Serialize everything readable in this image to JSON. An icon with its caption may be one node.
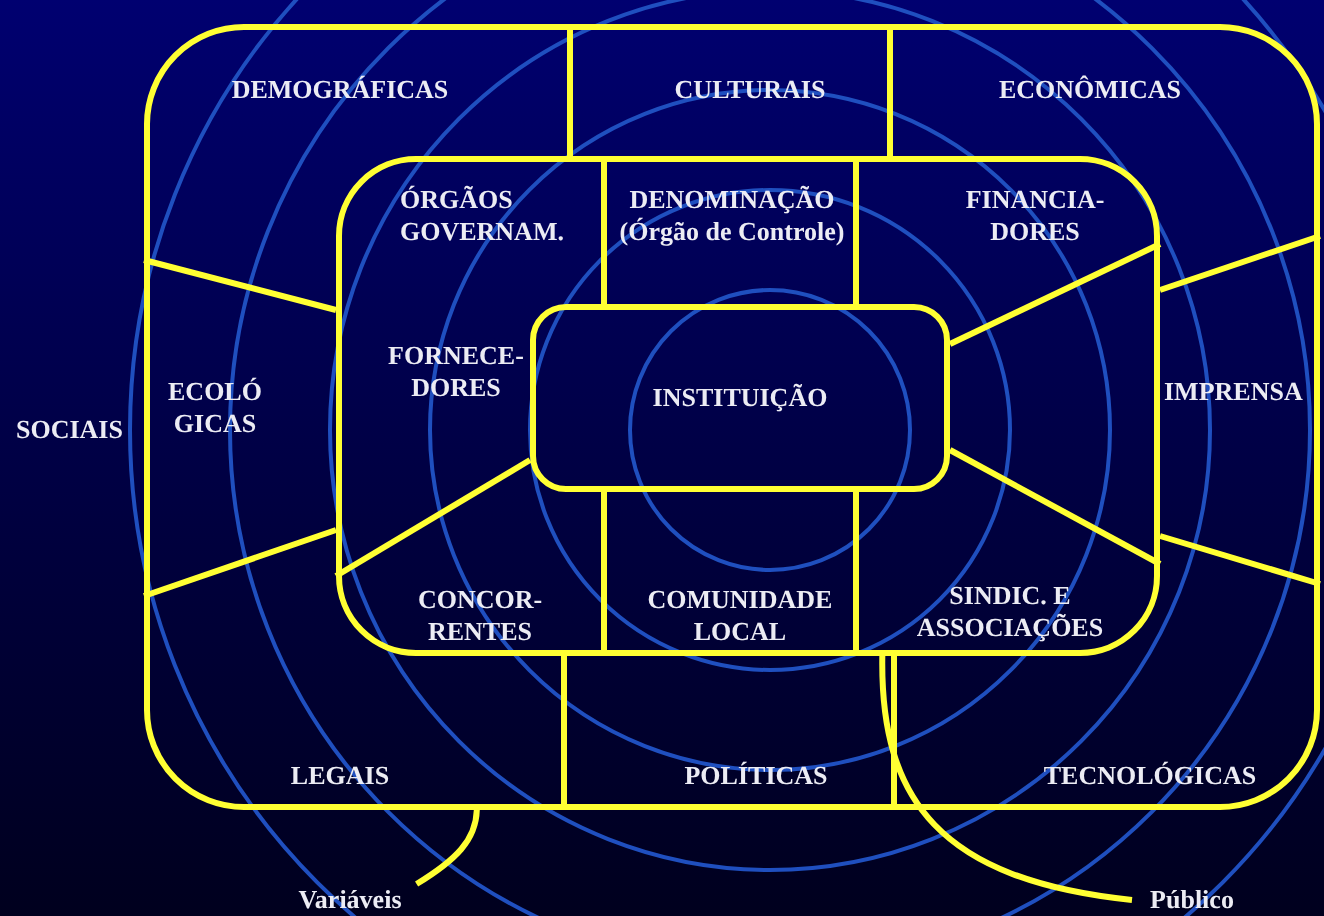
{
  "diagram": {
    "nodes": [
      {
        "text": [],
        "shape": "box"
      },
      {
        "text": [],
        "shape": "box",
        "in": 0
      },
      {
        "text": [
          "INSTITUIÇÃO"
        ],
        "in": 1
      },
      {
        "text": [
          "Variáveis"
        ]
      },
      {
        "text": [
          "Público"
        ]
      }
    ],
    "edges": [
      {
        "from": 3,
        "to": 0,
        "arrow": "none"
      },
      {
        "from": 4,
        "to": 1,
        "arrow": "none"
      }
    ],
    "labels": [
      "DEMOGRÁFICAS",
      "CULTURAIS",
      "ECONÔMICAS",
      "ÓRGÃOS GOVERNAM.",
      "DENOMINAÇÃO (Órgão de Controle)",
      "FINANCIA- DORES",
      "FORNECE- DORES",
      "ECOLÓ GICAS",
      "SOCIAIS",
      "IMPRENSA",
      "CONCOR- RENTES",
      "COMUNIDADE LOCAL",
      "SINDIC. E ASSOCIAÇÕES",
      "LEGAIS",
      "POLÍTICAS",
      "TECNOLÓGICAS"
    ]
  }
}
